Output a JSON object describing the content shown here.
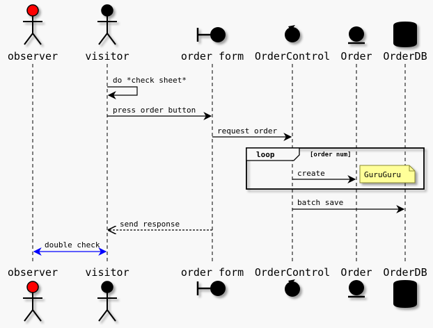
{
  "participants": [
    {
      "id": "observer",
      "label": "observer",
      "kind": "actor",
      "color": "#ff0000"
    },
    {
      "id": "visitor",
      "label": "visitor",
      "kind": "actor",
      "color": "#000000"
    },
    {
      "id": "order_form",
      "label": "order form",
      "kind": "boundary",
      "color": "#000000"
    },
    {
      "id": "order_control",
      "label": "OrderControl",
      "kind": "control",
      "color": "#000000"
    },
    {
      "id": "order",
      "label": "Order",
      "kind": "entity",
      "color": "#000000"
    },
    {
      "id": "order_db",
      "label": "OrderDB",
      "kind": "database",
      "color": "#000000"
    }
  ],
  "messages": [
    {
      "from": "visitor",
      "to": "visitor",
      "label": "do *check sheet*",
      "style": "solid",
      "color": "#000000"
    },
    {
      "from": "visitor",
      "to": "order_form",
      "label": "press order button",
      "style": "solid",
      "color": "#000000"
    },
    {
      "from": "order_form",
      "to": "order_control",
      "label": "request order",
      "style": "solid",
      "color": "#000000"
    },
    {
      "from": "order_control",
      "to": "order",
      "label": "create",
      "style": "solid",
      "color": "#000000"
    },
    {
      "from": "order_control",
      "to": "order_db",
      "label": "batch save",
      "style": "solid",
      "color": "#000000"
    },
    {
      "from": "order_form",
      "to": "visitor",
      "label": "send response",
      "style": "dashed",
      "color": "#000000"
    },
    {
      "from": "observer",
      "to": "visitor",
      "label": "double check",
      "style": "solid",
      "color": "#0000ff",
      "bidirectional": true
    }
  ],
  "loop": {
    "keyword": "loop",
    "condition": "[order num]"
  },
  "note": {
    "text": "GuruGuru",
    "color": "#ffff99"
  }
}
